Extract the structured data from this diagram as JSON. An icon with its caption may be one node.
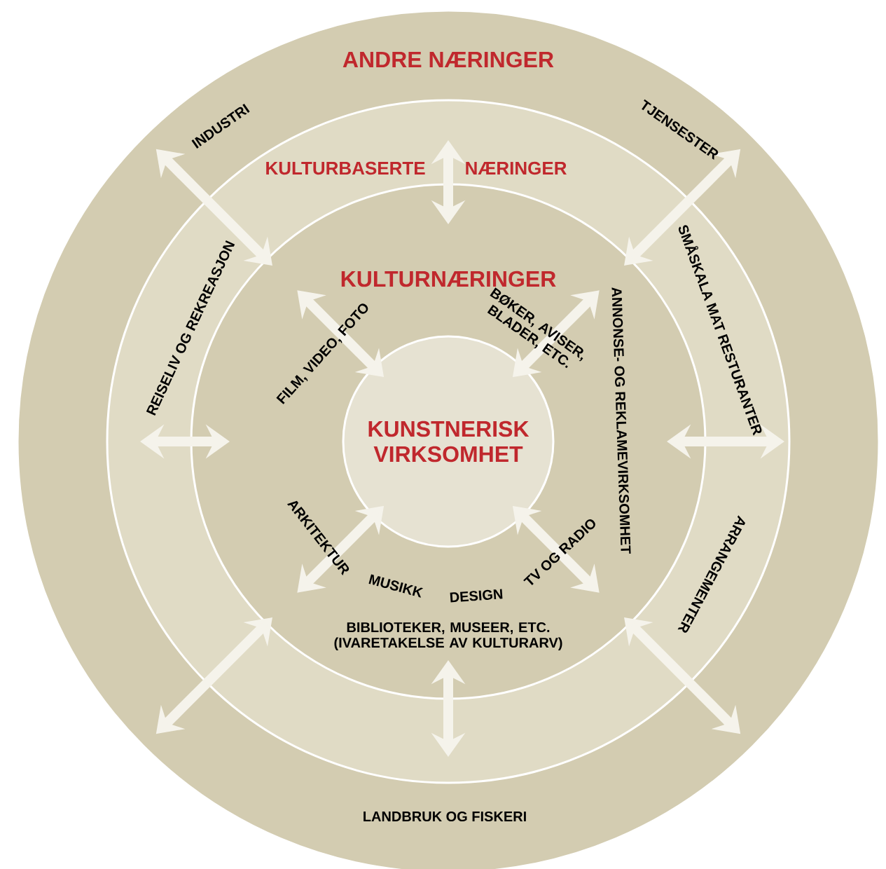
{
  "diagram": {
    "nodes": [
      {
        "text": [
          "ANDRE NÆRINGER"
        ]
      },
      {
        "text": [
          "KULTURBASERTE NÆRINGER"
        ],
        "in": 0
      },
      {
        "text": [
          "KULTURNÆRINGER"
        ],
        "in": 1
      },
      {
        "text": [
          "KUNSTNERISK VIRKSOMHET"
        ],
        "in": 2
      }
    ],
    "edges": [
      {
        "from": 3,
        "to": 2,
        "arrow": "both"
      },
      {
        "from": 2,
        "to": 0,
        "arrow": "both"
      },
      {
        "from": 3,
        "to": 2,
        "arrow": "both"
      },
      {
        "from": 2,
        "to": 0,
        "arrow": "both"
      },
      {
        "from": 1,
        "to": 2,
        "arrow": "both"
      },
      {
        "from": 1,
        "to": 2,
        "arrow": "both"
      },
      {
        "from": 2,
        "to": 1,
        "arrow": "both"
      },
      {
        "from": 3,
        "to": 2,
        "arrow": "both"
      },
      {
        "from": 2,
        "to": 0,
        "arrow": "both"
      },
      {
        "from": 3,
        "to": 2,
        "arrow": "both"
      },
      {
        "from": 2,
        "to": 0,
        "arrow": "both"
      },
      {
        "from": 2,
        "to": 1,
        "arrow": "both"
      }
    ],
    "labels": [
      "INDUSTRI",
      "TJENSESTER",
      "REISELIV OG REKREASJON",
      "SMÅSKALA MAT RESTURANTER",
      "FILM, VIDEO, FOTO",
      "BØKER, AVISER, BLADER, ETC.",
      "ANNONSE- OG REKLAMEVIRKSOMHET",
      "BIBLIOTEKER, MUSEER, ETC. (IVARETAKELSE AV KULTURARV)",
      "ARKITEKTUR",
      "MUSIKK",
      "DESIGN",
      "TV OG RADIO",
      "ARRANGEMENTER",
      "LANDBRUK OG FISKERI"
    ]
  }
}
